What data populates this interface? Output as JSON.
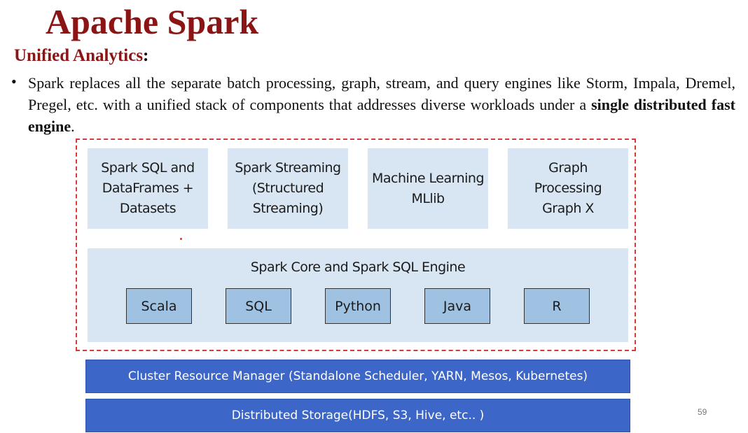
{
  "slide": {
    "title": "Apache Spark",
    "subtitle": "Unified Analytics",
    "subtitle_colon": ":",
    "bullet_marker": "•",
    "bullet_text": " Spark replaces all the separate batch processing, graph, stream, and query engines like Storm, Impala, Dremel, Pregel, etc. with a unified stack of components that addresses diverse workloads under a ",
    "bullet_bold": "single distributed fast engine",
    "bullet_end": ".",
    "page_number": "59"
  },
  "diagram": {
    "components": [
      {
        "label": "Spark SQL and\nDataFrames +\nDatasets"
      },
      {
        "label": "Spark Streaming\n(Structured\nStreaming)"
      },
      {
        "label": "Machine Learning\nMLlib"
      },
      {
        "label": "Graph\nProcessing\nGraph X"
      }
    ],
    "core_label": "Spark Core and Spark SQL Engine",
    "languages": [
      "Scala",
      "SQL",
      "Python",
      "Java",
      "R"
    ],
    "cluster_bar": "Cluster Resource Manager (Standalone Scheduler, YARN, Mesos, Kubernetes)",
    "storage_bar": "Distributed Storage(HDFS, S3, Hive, etc.. )"
  },
  "colors": {
    "title": "#8b1414",
    "dashed_border": "#d83a3a",
    "component_bg": "#d7e6f2",
    "language_bg": "#9fc2e3",
    "bar_bg": "#3d66c9"
  }
}
